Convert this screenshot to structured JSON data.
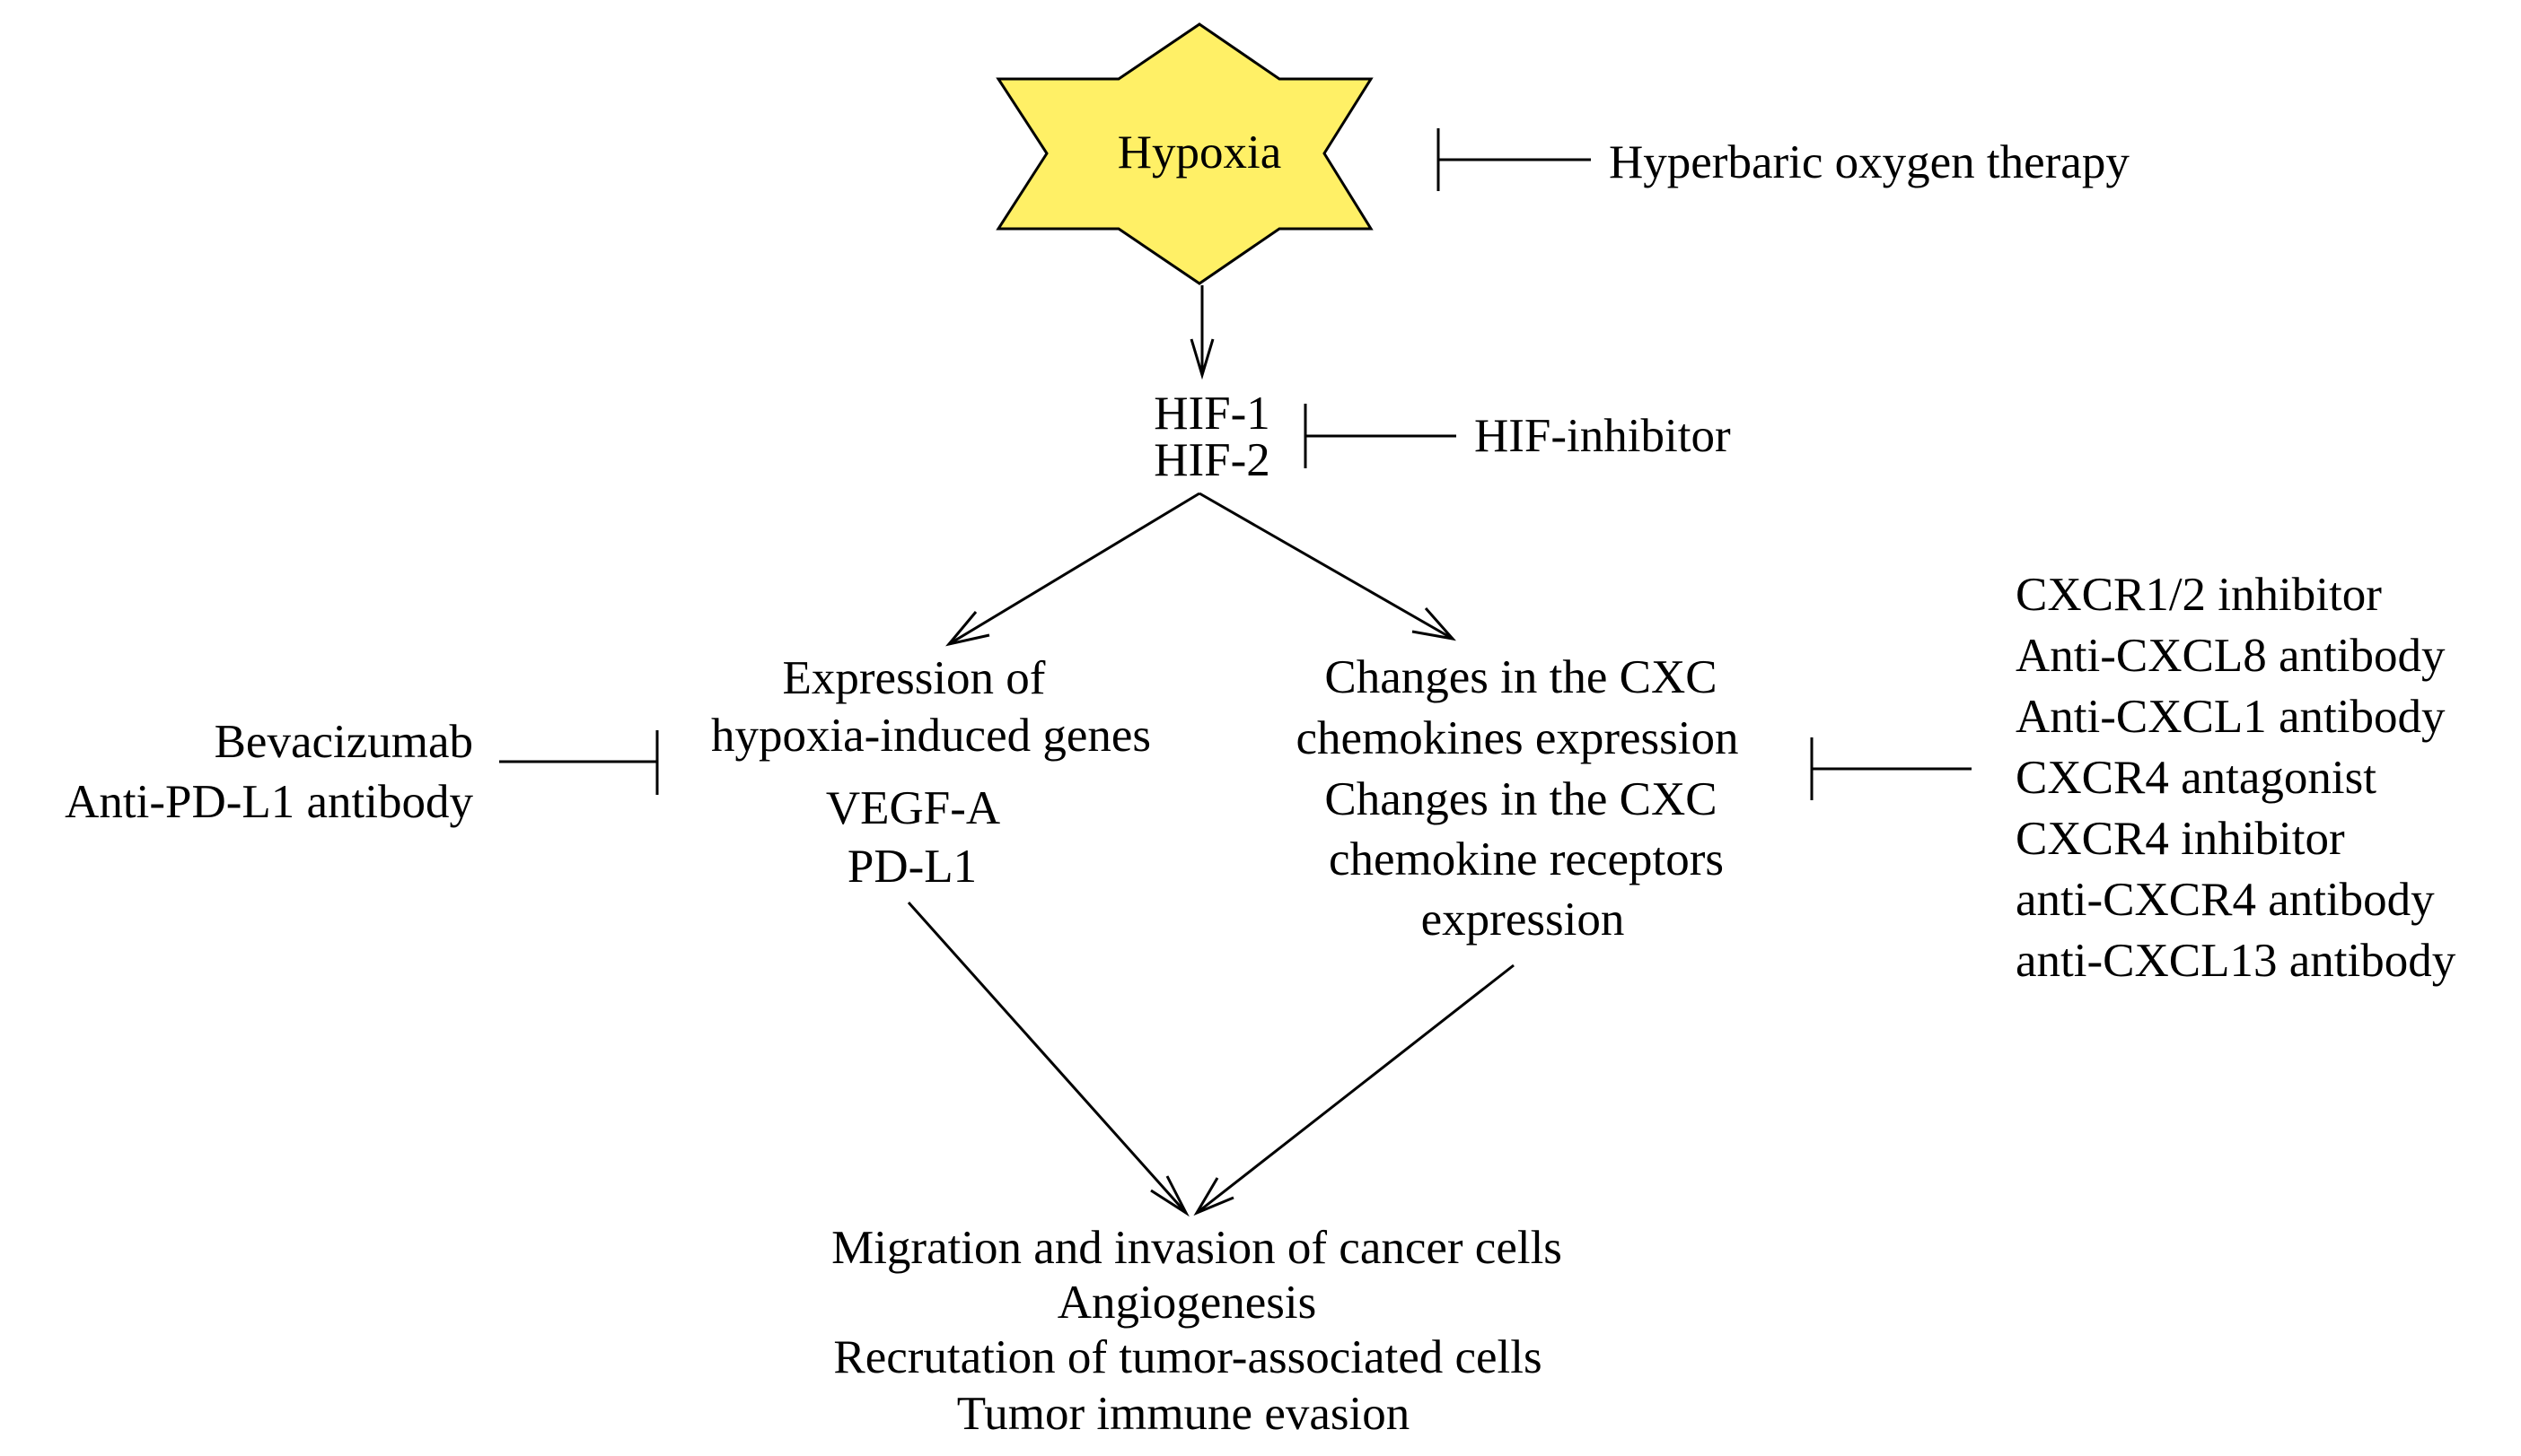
{
  "hypoxia": {
    "label": "Hypoxia",
    "fill_color": "#FFF066"
  },
  "hyperbaric": {
    "label": "Hyperbaric oxygen therapy"
  },
  "hif": {
    "line1": "HIF-1",
    "line2": "HIF-2"
  },
  "hif_inhibitor": {
    "label": "HIF-inhibitor"
  },
  "expression": {
    "lines": [
      "Expression of",
      "hypoxia-induced genes"
    ],
    "genes": [
      "VEGF-A",
      "PD-L1"
    ]
  },
  "left_inhibitors": {
    "items": [
      "Bevacizumab",
      "Anti-PD-L1 antibody"
    ]
  },
  "cxc": {
    "lines": [
      "Changes in the CXC",
      "chemokines expression",
      "Changes in the CXC",
      "chemokine receptors",
      "expression"
    ]
  },
  "right_inhibitors": {
    "items": [
      "CXCR1/2 inhibitor",
      "Anti-CXCL8 antibody",
      "Anti-CXCL1 antibody",
      "CXCR4 antagonist",
      "CXCR4 inhibitor",
      "anti-CXCR4 antibody",
      "anti-CXCL13 antibody"
    ]
  },
  "outcomes": {
    "items": [
      "Migration and invasion of cancer cells",
      "Angiogenesis",
      "Recrutation of tumor-associated cells",
      "Tumor immune evasion"
    ]
  }
}
